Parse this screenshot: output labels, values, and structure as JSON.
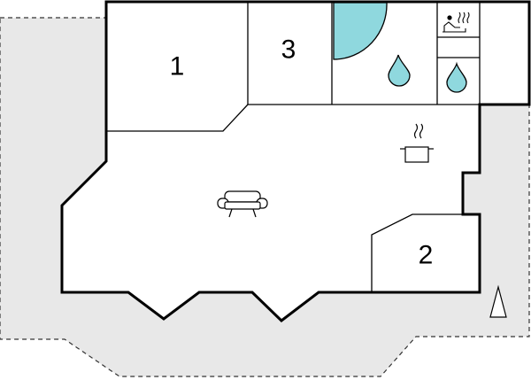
{
  "plan": {
    "rooms": [
      {
        "id": "room-1",
        "label": "1",
        "kind": "bedroom"
      },
      {
        "id": "room-3",
        "label": "3",
        "kind": "bedroom"
      },
      {
        "id": "room-2",
        "label": "2",
        "kind": "bedroom"
      }
    ],
    "icons": [
      {
        "name": "pool-icon"
      },
      {
        "name": "water-drop-icon"
      },
      {
        "name": "water-drop-icon"
      },
      {
        "name": "sauna-icon"
      },
      {
        "name": "kitchen-pot-icon"
      },
      {
        "name": "sofa-icon"
      },
      {
        "name": "north-arrow-icon"
      }
    ],
    "colors": {
      "terrace": "#e8e8e8",
      "wall": "#000000",
      "water": "#8fd8de",
      "floor": "#ffffff"
    }
  }
}
